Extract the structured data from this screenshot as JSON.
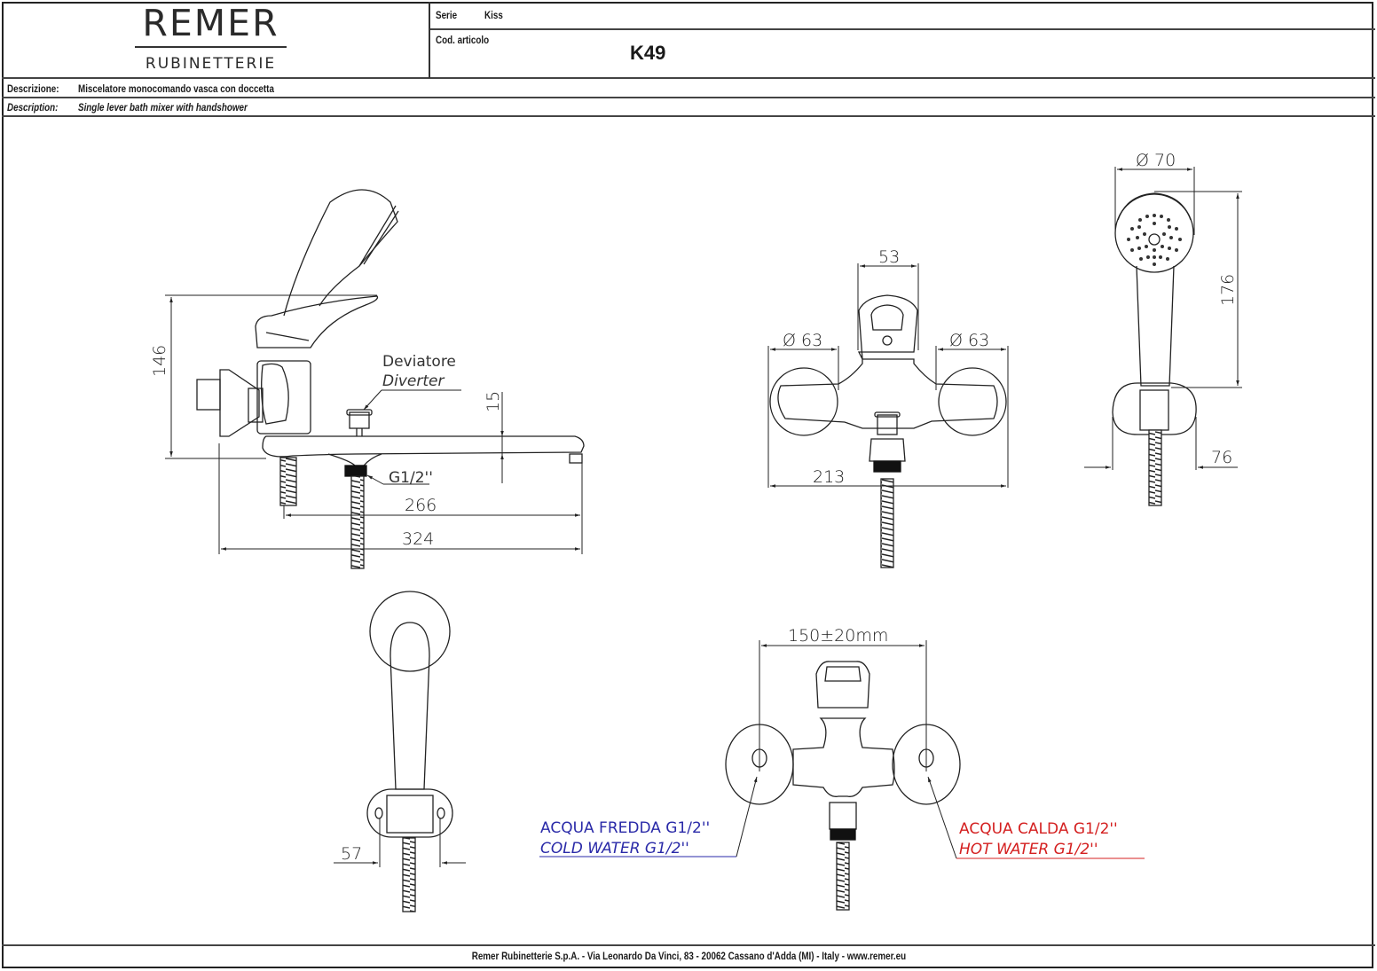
{
  "header": {
    "brand": "REMER",
    "brand_sub": "RUBINETTERIE",
    "serie_label": "Serie",
    "serie_value": "Kiss",
    "code_label": "Cod. articolo",
    "code_value": "K49"
  },
  "description": {
    "it_label": "Descrizione:",
    "it_value": "Miscelatore monocomando vasca con doccetta",
    "en_label": "Description:",
    "en_value": "Single lever bath mixer with handshower"
  },
  "drawing": {
    "side_view": {
      "height_dim": "146",
      "diverter_it": "Deviatore",
      "diverter_en": "Diverter",
      "spout_dim": "15",
      "thread_label": "G1/2''",
      "spout_length_dim": "266",
      "total_length_dim": "324"
    },
    "front_view": {
      "lever_width_dim": "53",
      "left_flange_dim": "Ø 63",
      "right_flange_dim": "Ø 63",
      "total_width_dim": "213"
    },
    "handshower_view": {
      "head_diameter_dim": "Ø 70",
      "length_dim": "176",
      "holder_width_dim": "76"
    },
    "holder_view": {
      "holder_dim": "57"
    },
    "connection_view": {
      "centers_dim": "150±20mm",
      "cold_it": "ACQUA FREDDA G1/2''",
      "cold_en": "COLD WATER G1/2''",
      "hot_it": "ACQUA CALDA G1/2''",
      "hot_en": "HOT WATER G1/2''",
      "cold_color": "#2a2aa8",
      "hot_color": "#d42020"
    }
  },
  "footer": {
    "text": "Remer Rubinetterie S.p.A. - Via Leonardo Da Vinci, 83 - 20062 Cassano d'Adda (MI) - Italy - www.remer.eu"
  }
}
